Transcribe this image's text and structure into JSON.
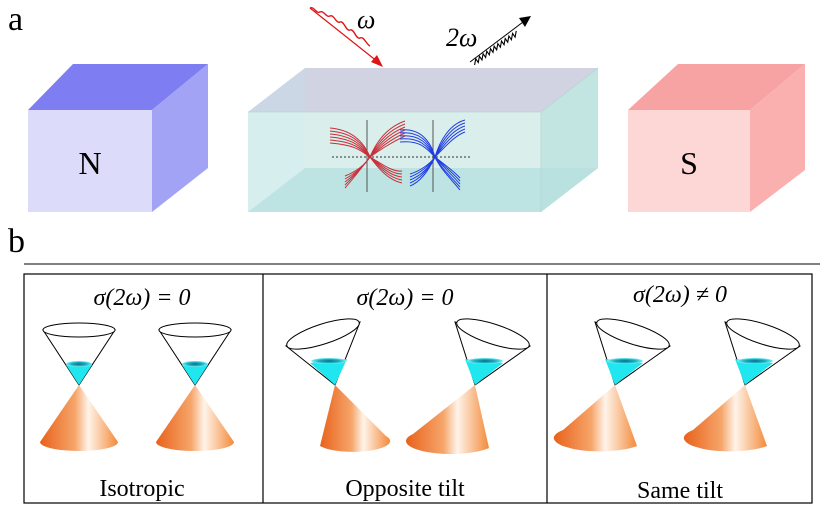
{
  "panel_a": {
    "label": "a",
    "magnet_north_label": "N",
    "magnet_south_label": "S",
    "incident_label": "ω",
    "emitted_label": "2ω"
  },
  "panel_b": {
    "label": "b",
    "cases": [
      {
        "formula": "σ(2ω) = 0",
        "caption": "Isotropic"
      },
      {
        "formula": "σ(2ω) = 0",
        "caption": "Opposite tilt"
      },
      {
        "formula": "σ(2ω) ≠ 0",
        "caption": "Same tilt"
      }
    ]
  },
  "colors": {
    "north_magnet": "#8a8af0",
    "south_magnet": "#f7a3a3",
    "crystal": "#bfe6e3",
    "incident_beam": "#e01414",
    "left_cone_set": "#c8303a",
    "right_cone_set": "#1f3de0",
    "fermi_sea": "#20e6f0",
    "lower_cone": "#f07a2a"
  }
}
